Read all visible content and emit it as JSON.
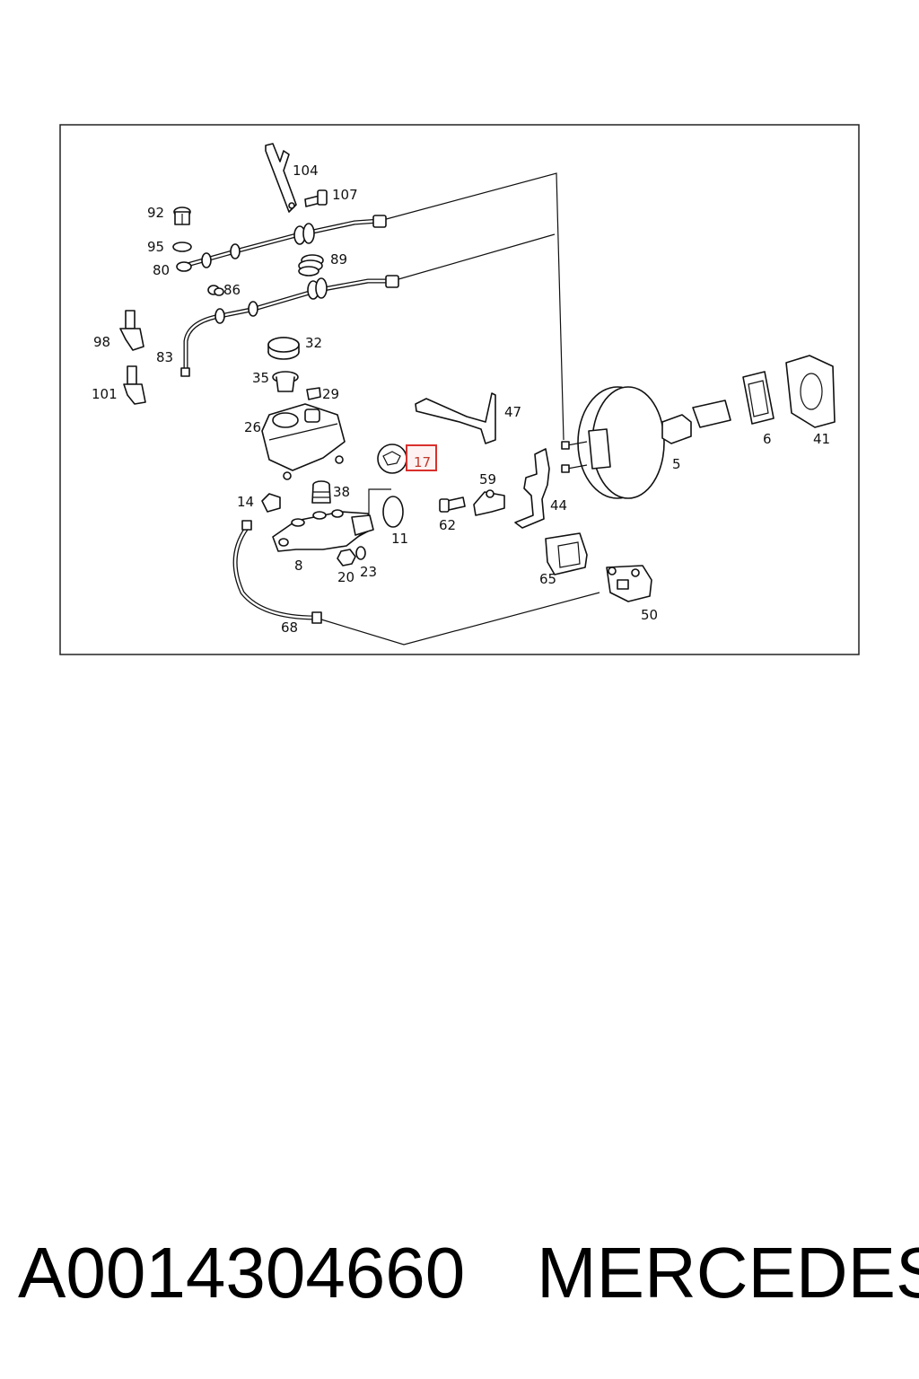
{
  "diagram": {
    "callouts": [
      "104",
      "107",
      "92",
      "95",
      "80",
      "89",
      "86",
      "98",
      "83",
      "32",
      "101",
      "35",
      "29",
      "47",
      "26",
      "17",
      "5",
      "6",
      "41",
      "59",
      "38",
      "14",
      "44",
      "62",
      "11",
      "8",
      "23",
      "20",
      "65",
      "50",
      "68"
    ],
    "highlighted_callout": "17",
    "highlight_color": "#d9302c"
  },
  "caption": {
    "part_number": "A0014304660",
    "brand": "MERCEDES"
  }
}
